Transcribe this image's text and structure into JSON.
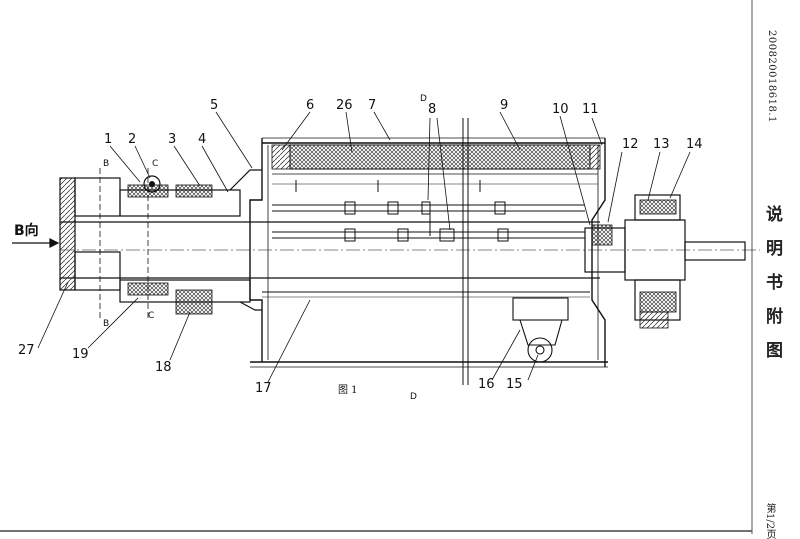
{
  "part_labels": {
    "p1": "1",
    "p2": "2",
    "p3": "3",
    "p4": "4",
    "p5": "5",
    "p6": "6",
    "p26": "26",
    "p7": "7",
    "p8": "8",
    "p9": "9",
    "p10": "10",
    "p11": "11",
    "p12": "12",
    "p13": "13",
    "p14": "14",
    "p27": "27",
    "p19": "19",
    "p18": "18",
    "p17": "17",
    "p16": "16",
    "p15": "15"
  },
  "section_marks": {
    "b_top": "B",
    "b_bottom": "B",
    "c_top": "C",
    "c_bottom": "C",
    "d_top": "D",
    "d_bottom": "D"
  },
  "view_direction": "B向",
  "figure_caption": "图 1",
  "side_title": "说明书附图",
  "doc_id": "200820018618.1",
  "page_no": "第1/2页"
}
